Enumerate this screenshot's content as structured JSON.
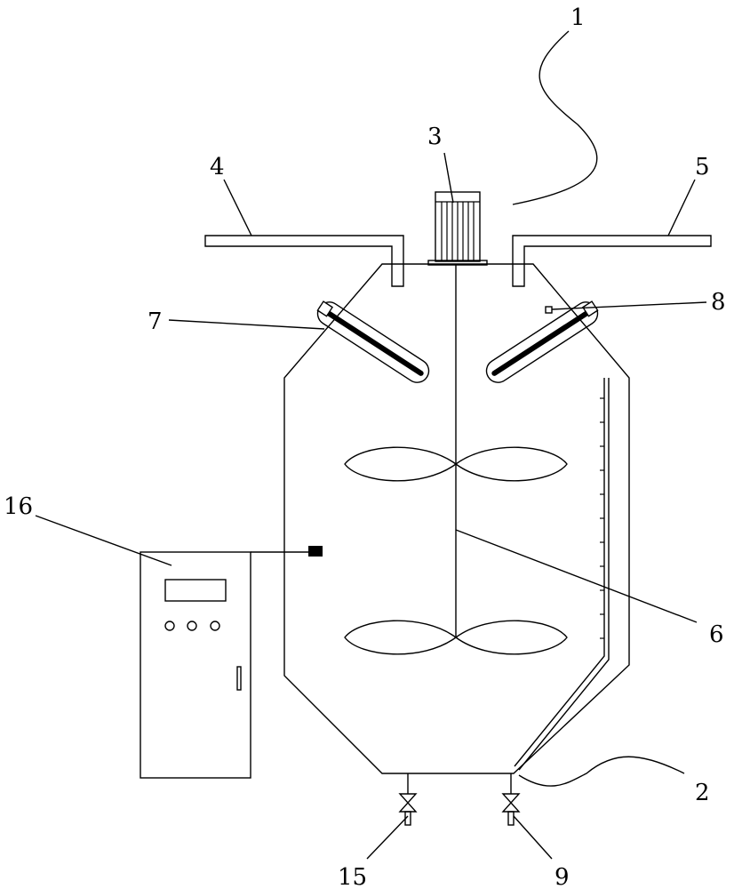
{
  "labels": [
    {
      "id": "1",
      "text": "1"
    },
    {
      "id": "2",
      "text": "2"
    },
    {
      "id": "3",
      "text": "3"
    },
    {
      "id": "4",
      "text": "4"
    },
    {
      "id": "5",
      "text": "5"
    },
    {
      "id": "6",
      "text": "6"
    },
    {
      "id": "7",
      "text": "7"
    },
    {
      "id": "8",
      "text": "8"
    },
    {
      "id": "9",
      "text": "9"
    },
    {
      "id": "15",
      "text": "15"
    },
    {
      "id": "16",
      "text": "16"
    }
  ]
}
